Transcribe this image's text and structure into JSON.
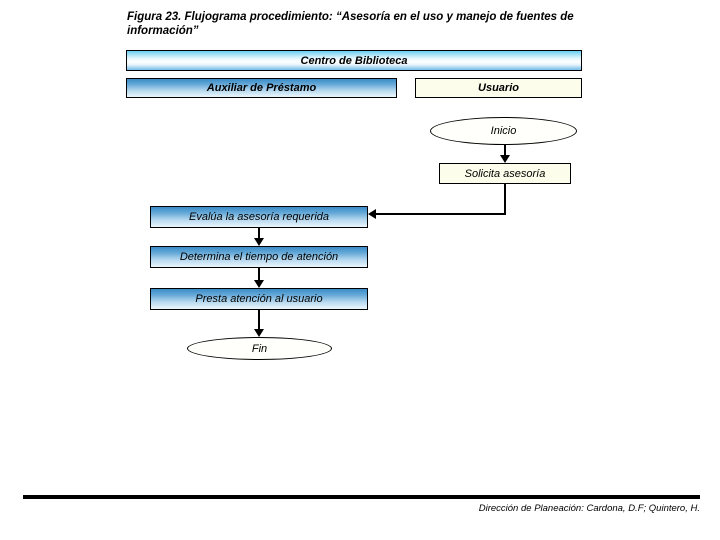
{
  "figure": {
    "title": "Figura 23. Flujograma procedimiento: “Asesoría en el uso y manejo de fuentes de información”"
  },
  "bands": {
    "top": "Centro de Biblioteca",
    "lanes": [
      {
        "id": "auxiliar",
        "label": "Auxiliar de Préstamo"
      },
      {
        "id": "usuario",
        "label": "Usuario"
      }
    ]
  },
  "flowchart": {
    "nodes": [
      {
        "id": "inicio",
        "shape": "terminator",
        "lane": "Usuario",
        "label": "Inicio"
      },
      {
        "id": "solicita",
        "shape": "process",
        "lane": "Usuario",
        "label": "Solicita asesoría"
      },
      {
        "id": "evalua",
        "shape": "process",
        "lane": "Auxiliar de Préstamo",
        "label": "Evalúa la asesoría requerida"
      },
      {
        "id": "determina",
        "shape": "process",
        "lane": "Auxiliar de Préstamo",
        "label": "Determina el tiempo de atención"
      },
      {
        "id": "presta",
        "shape": "process",
        "lane": "Auxiliar de Préstamo",
        "label": "Presta atención al usuario"
      },
      {
        "id": "fin",
        "shape": "terminator",
        "lane": "Auxiliar de Préstamo",
        "label": "Fin"
      }
    ],
    "edges": [
      {
        "from": "inicio",
        "to": "solicita"
      },
      {
        "from": "solicita",
        "to": "evalua"
      },
      {
        "from": "evalua",
        "to": "determina"
      },
      {
        "from": "determina",
        "to": "presta"
      },
      {
        "from": "presta",
        "to": "fin"
      }
    ]
  },
  "footer": {
    "credit": "Dirección de Planeación: Cardona, D.F; Quintero, H."
  },
  "colors": {
    "sky_gradient_top": "#68cdf2",
    "sky_gradient_bottom": "#74bae6",
    "blue_gradient_top": "#3a8cc8",
    "blue_gradient_bottom": "#ecf6fc",
    "ivory_fill": "#fdfdeb",
    "terminator_fill": "#fffffb",
    "line": "#000000"
  }
}
